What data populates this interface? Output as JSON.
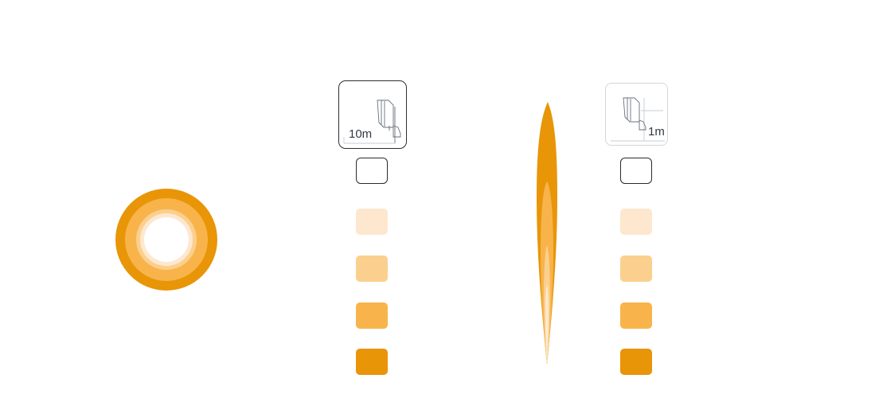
{
  "colors": {
    "outline": "#2b2b2b",
    "level_1": "#fde8cf",
    "level_2": "#fbd08e",
    "level_3": "#f8b44b",
    "level_4": "#e89508",
    "ring_outer": "#e89508",
    "ring_mid": "#f8b44b",
    "ring_inner": "#fbd08e",
    "ring_core": "#fde8cf"
  },
  "panels": [
    {
      "id": "wide",
      "distance_label": "10m",
      "legend": [
        "outline",
        "level_1",
        "level_2",
        "level_3",
        "level_4"
      ]
    },
    {
      "id": "narrow",
      "distance_label": "1m",
      "legend": [
        "outline",
        "level_1",
        "level_2",
        "level_3",
        "level_4"
      ]
    }
  ]
}
